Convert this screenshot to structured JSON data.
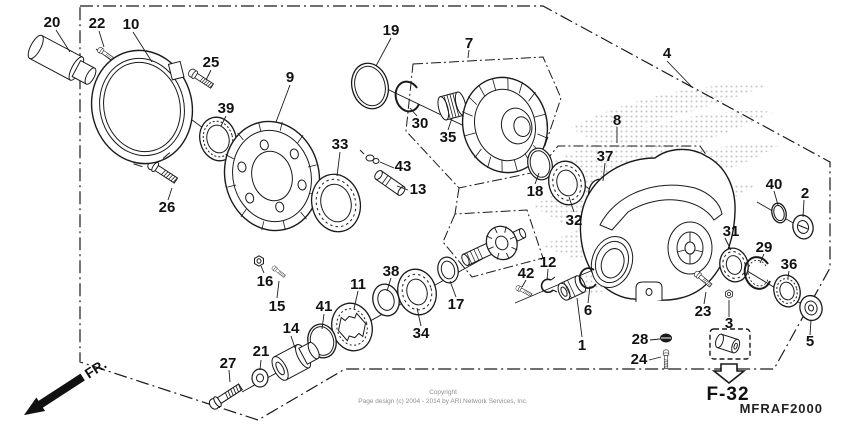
{
  "diagram": {
    "figure_ref": "F-32",
    "direction_label": "FR.",
    "part_code": "MFRAF2000",
    "copyright_line1": "Copyright",
    "copyright_line2": "Page design (c) 2004 - 2014 by ARI Network Services, Inc.",
    "colors": {
      "line": "#1a1a1a",
      "watermark_dots": "#bbbbbb",
      "background": "#ffffff"
    },
    "callouts": {
      "1": "1",
      "2": "2",
      "3": "3",
      "4": "4",
      "5": "5",
      "6": "6",
      "7": "7",
      "8": "8",
      "9": "9",
      "10": "10",
      "11": "11",
      "12": "12",
      "13": "13",
      "14": "14",
      "15": "15",
      "16": "16",
      "17": "17",
      "18": "18",
      "19": "19",
      "20": "20",
      "21": "21",
      "22": "22",
      "23": "23",
      "24": "24",
      "25": "25",
      "26": "26",
      "27": "27",
      "28": "28",
      "29": "29",
      "30": "30",
      "31": "31",
      "32": "32",
      "33": "33",
      "34": "34",
      "35": "35",
      "36": "36",
      "37": "37",
      "38": "38",
      "39": "39",
      "40": "40",
      "41": "41",
      "42": "42",
      "43": "43"
    }
  }
}
